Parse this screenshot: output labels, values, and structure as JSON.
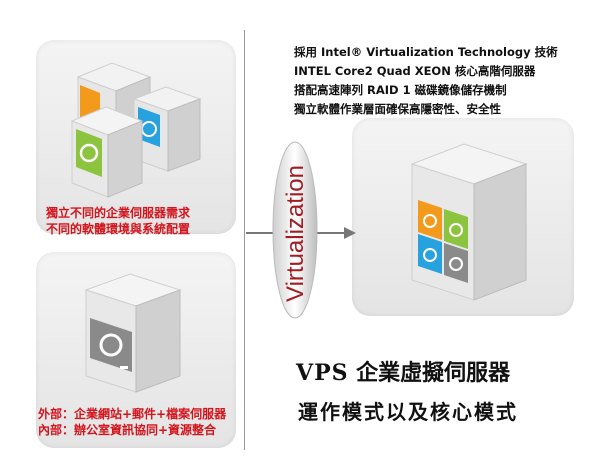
{
  "left_top": {
    "caption_line1": "獨立不同的企業伺服器需求",
    "caption_line2": "不同的軟體環境與系統配置"
  },
  "left_bottom": {
    "caption_line1": "外部：企業網站+郵件+檔案伺服器",
    "caption_line2": "內部：辦公室資訊協同+資源整合"
  },
  "features": [
    "採用 Intel® Virtualization Technology 技術",
    "INTEL Core2 Quad XEON 核心高階伺服器",
    "搭配高速陣列  RAID 1  磁碟鏡像儲存機制",
    "獨立軟體作業層面確保高隱密性、安全性"
  ],
  "ribbon_text": "Virtualization",
  "vps": {
    "title_latin": "VPS",
    "title_cjk": "企業虛擬伺服器",
    "subtitle": "運作模式以及核心模式"
  },
  "colors": {
    "orange": "#f39a1c",
    "green": "#8cc43f",
    "blue": "#27a2df",
    "gray": "#8a8a8a",
    "red": "#d4141c",
    "ribbon": "#a01d24"
  }
}
